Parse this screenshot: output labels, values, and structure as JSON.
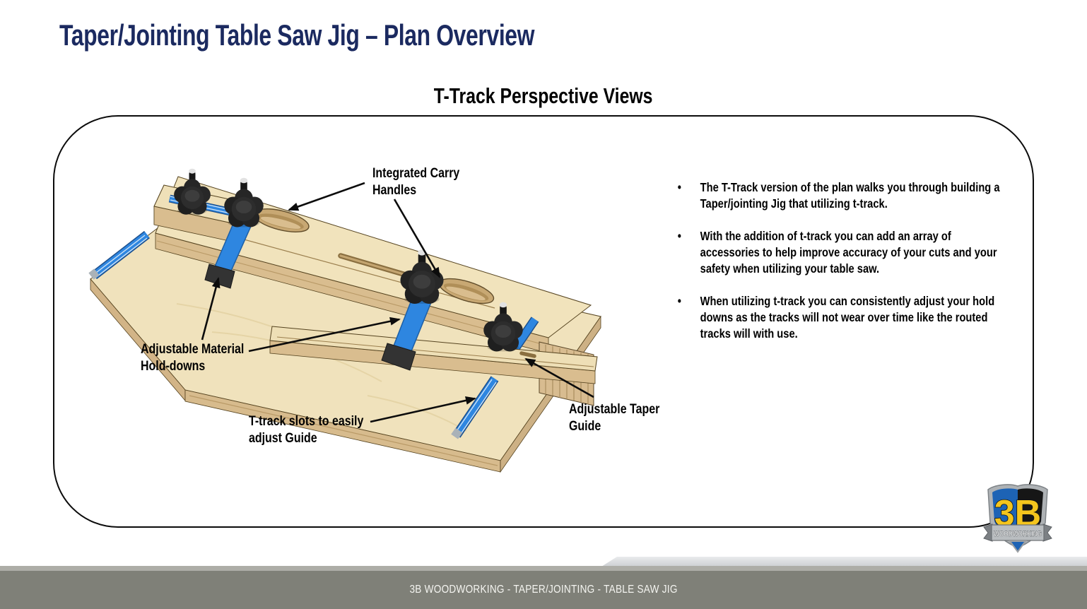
{
  "slide": {
    "title": "Taper/Jointing Table Saw Jig – Plan Overview",
    "subtitle": "T-Track Perspective Views"
  },
  "diagram": {
    "labels": {
      "carry_handles": {
        "line1": "Integrated Carry",
        "line2": "Handles"
      },
      "hold_downs": {
        "line1": "Adjustable Material",
        "line2": "Hold-downs"
      },
      "t_track_slots": {
        "line1": "T-track slots to easily",
        "line2": "adjust Guide"
      },
      "taper_guide": {
        "line1": "Adjustable Taper",
        "line2": "Guide"
      }
    }
  },
  "bullets": [
    {
      "text": "The T-Track version of the plan walks you through building a Taper/jointing Jig that utilizing t-track."
    },
    {
      "text": "With the addition of t-track you can add an array of accessories to help improve accuracy of your cuts and your safety when utilizing your table saw."
    },
    {
      "text": "When utilizing t-track you can consistently adjust your hold downs as the tracks will not wear over time like the routed tracks will with use."
    }
  ],
  "footer": {
    "text": "3B WOODWORKING - TAPER/JOINTING  - TABLE SAW JIG"
  },
  "logo": {
    "monogram": "3B",
    "banner": "WOODWORKING"
  },
  "colors": {
    "title_navy": "#1b2a60",
    "track_blue": "#2e86e0",
    "wood_top": "#f0e2bc",
    "wood_edge": "#d6ba8c",
    "footer_olive": "#7f8078",
    "logo_blue": "#1d63b5",
    "logo_yellow": "#f4c51d"
  }
}
